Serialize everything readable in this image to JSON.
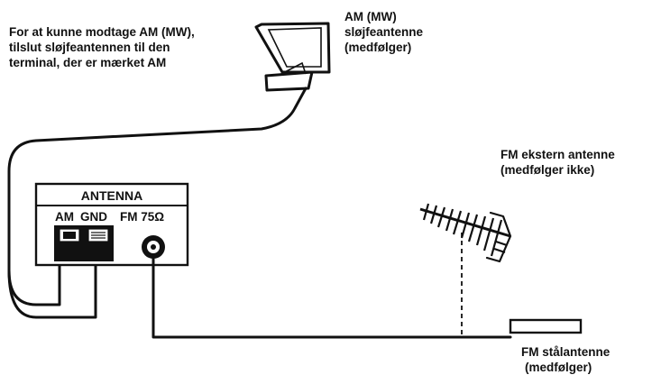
{
  "instruction": {
    "lines": [
      "For at kunne modtage AM (MW),",
      "tilslut sløjfeantennen til den",
      "terminal, der er mærket AM"
    ]
  },
  "am_antenna_label": {
    "lines": [
      "AM (MW)",
      "sløjfeantenne",
      "(medfølger)"
    ]
  },
  "fm_external_label": {
    "lines": [
      "FM ekstern antenne",
      "(medfølger ikke)"
    ]
  },
  "fm_wire_label": {
    "lines": [
      "FM stålantenne",
      "(medfølger)"
    ]
  },
  "panel": {
    "title": "ANTENNA",
    "am": "AM",
    "gnd": "GND",
    "fm": "FM 75Ω"
  }
}
